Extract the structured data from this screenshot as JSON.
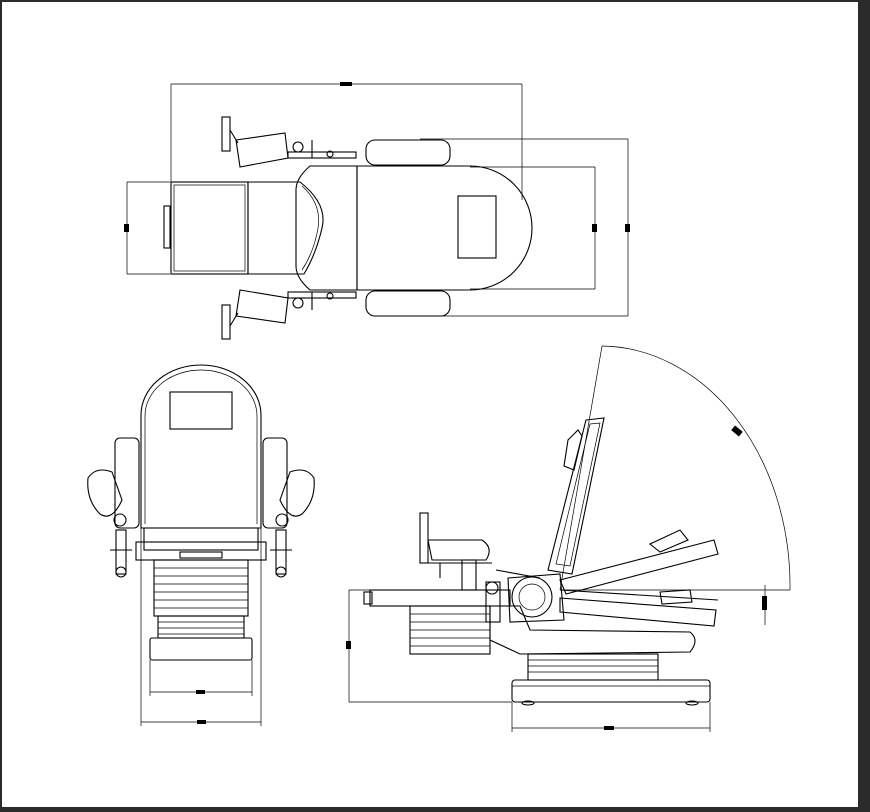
{
  "drawing": {
    "views": [
      "top-view",
      "front-view",
      "side-view"
    ],
    "line_color": "#000000",
    "paper_color": "#ffffff",
    "frame_color": "#2b2b2b"
  }
}
